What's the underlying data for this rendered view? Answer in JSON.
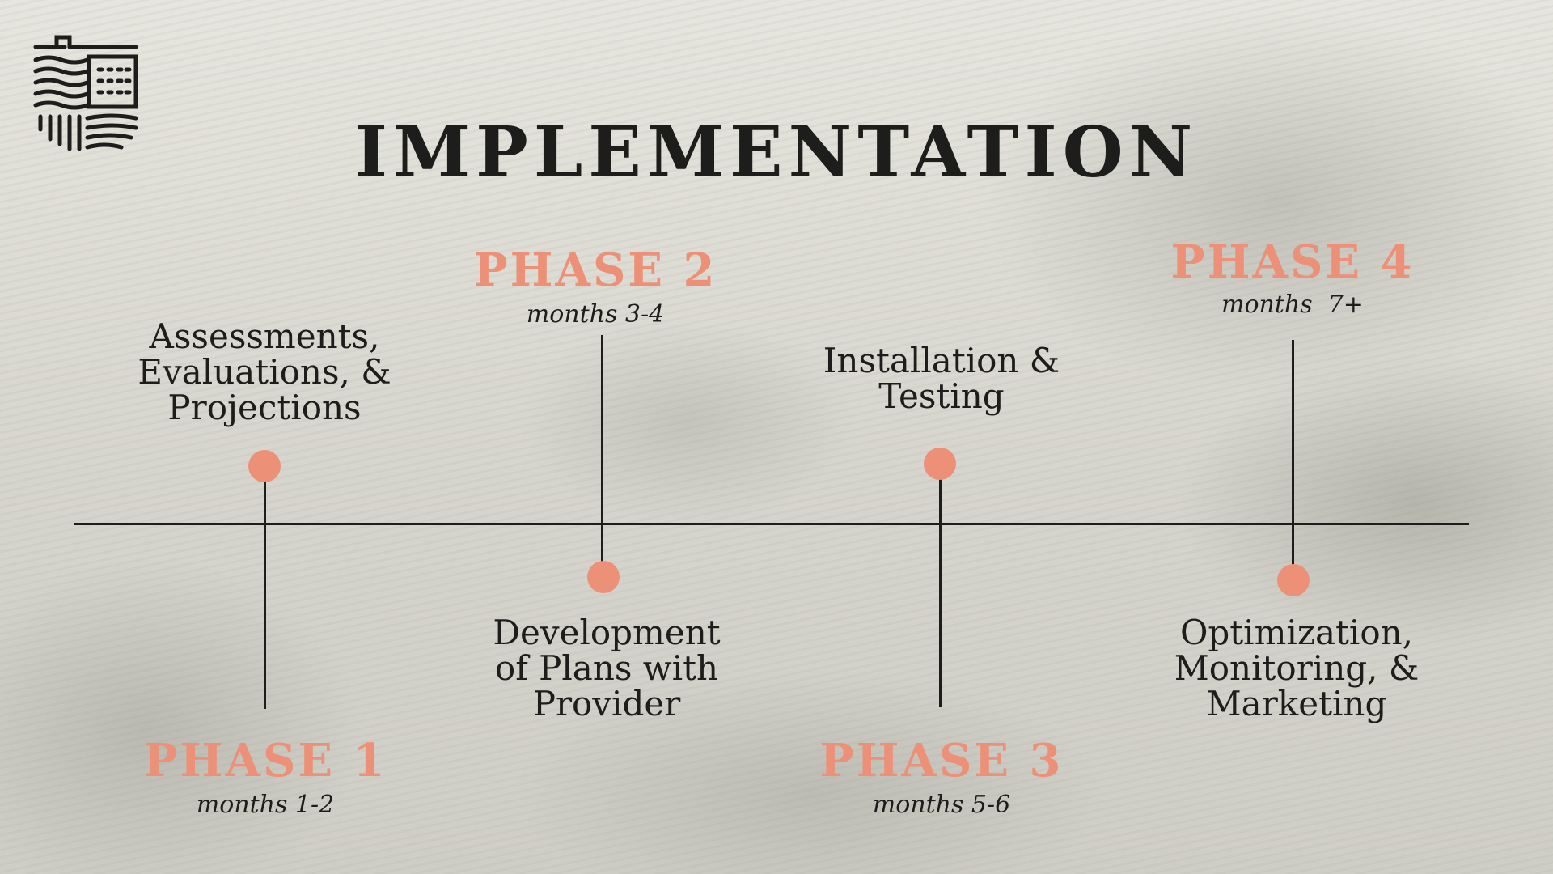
{
  "slide": {
    "title": "IMPLEMENTATION"
  },
  "colors": {
    "accent": "#ec9077",
    "ink": "#1d1d1b"
  },
  "logo": {
    "icon": "estate-crest-icon"
  },
  "timeline": {
    "phases": [
      {
        "label": "PHASE 1",
        "months": "months 1-2",
        "description": "Assessments,\nEvaluations, &\nProjections"
      },
      {
        "label": "PHASE 2",
        "months": "months 3-4",
        "description": "Development\nof Plans with\nProvider"
      },
      {
        "label": "PHASE 3",
        "months": "months 5-6",
        "description": "Installation &\nTesting"
      },
      {
        "label": "PHASE 4",
        "months": "months  7+",
        "description": "Optimization,\nMonitoring, &\nMarketing"
      }
    ]
  }
}
